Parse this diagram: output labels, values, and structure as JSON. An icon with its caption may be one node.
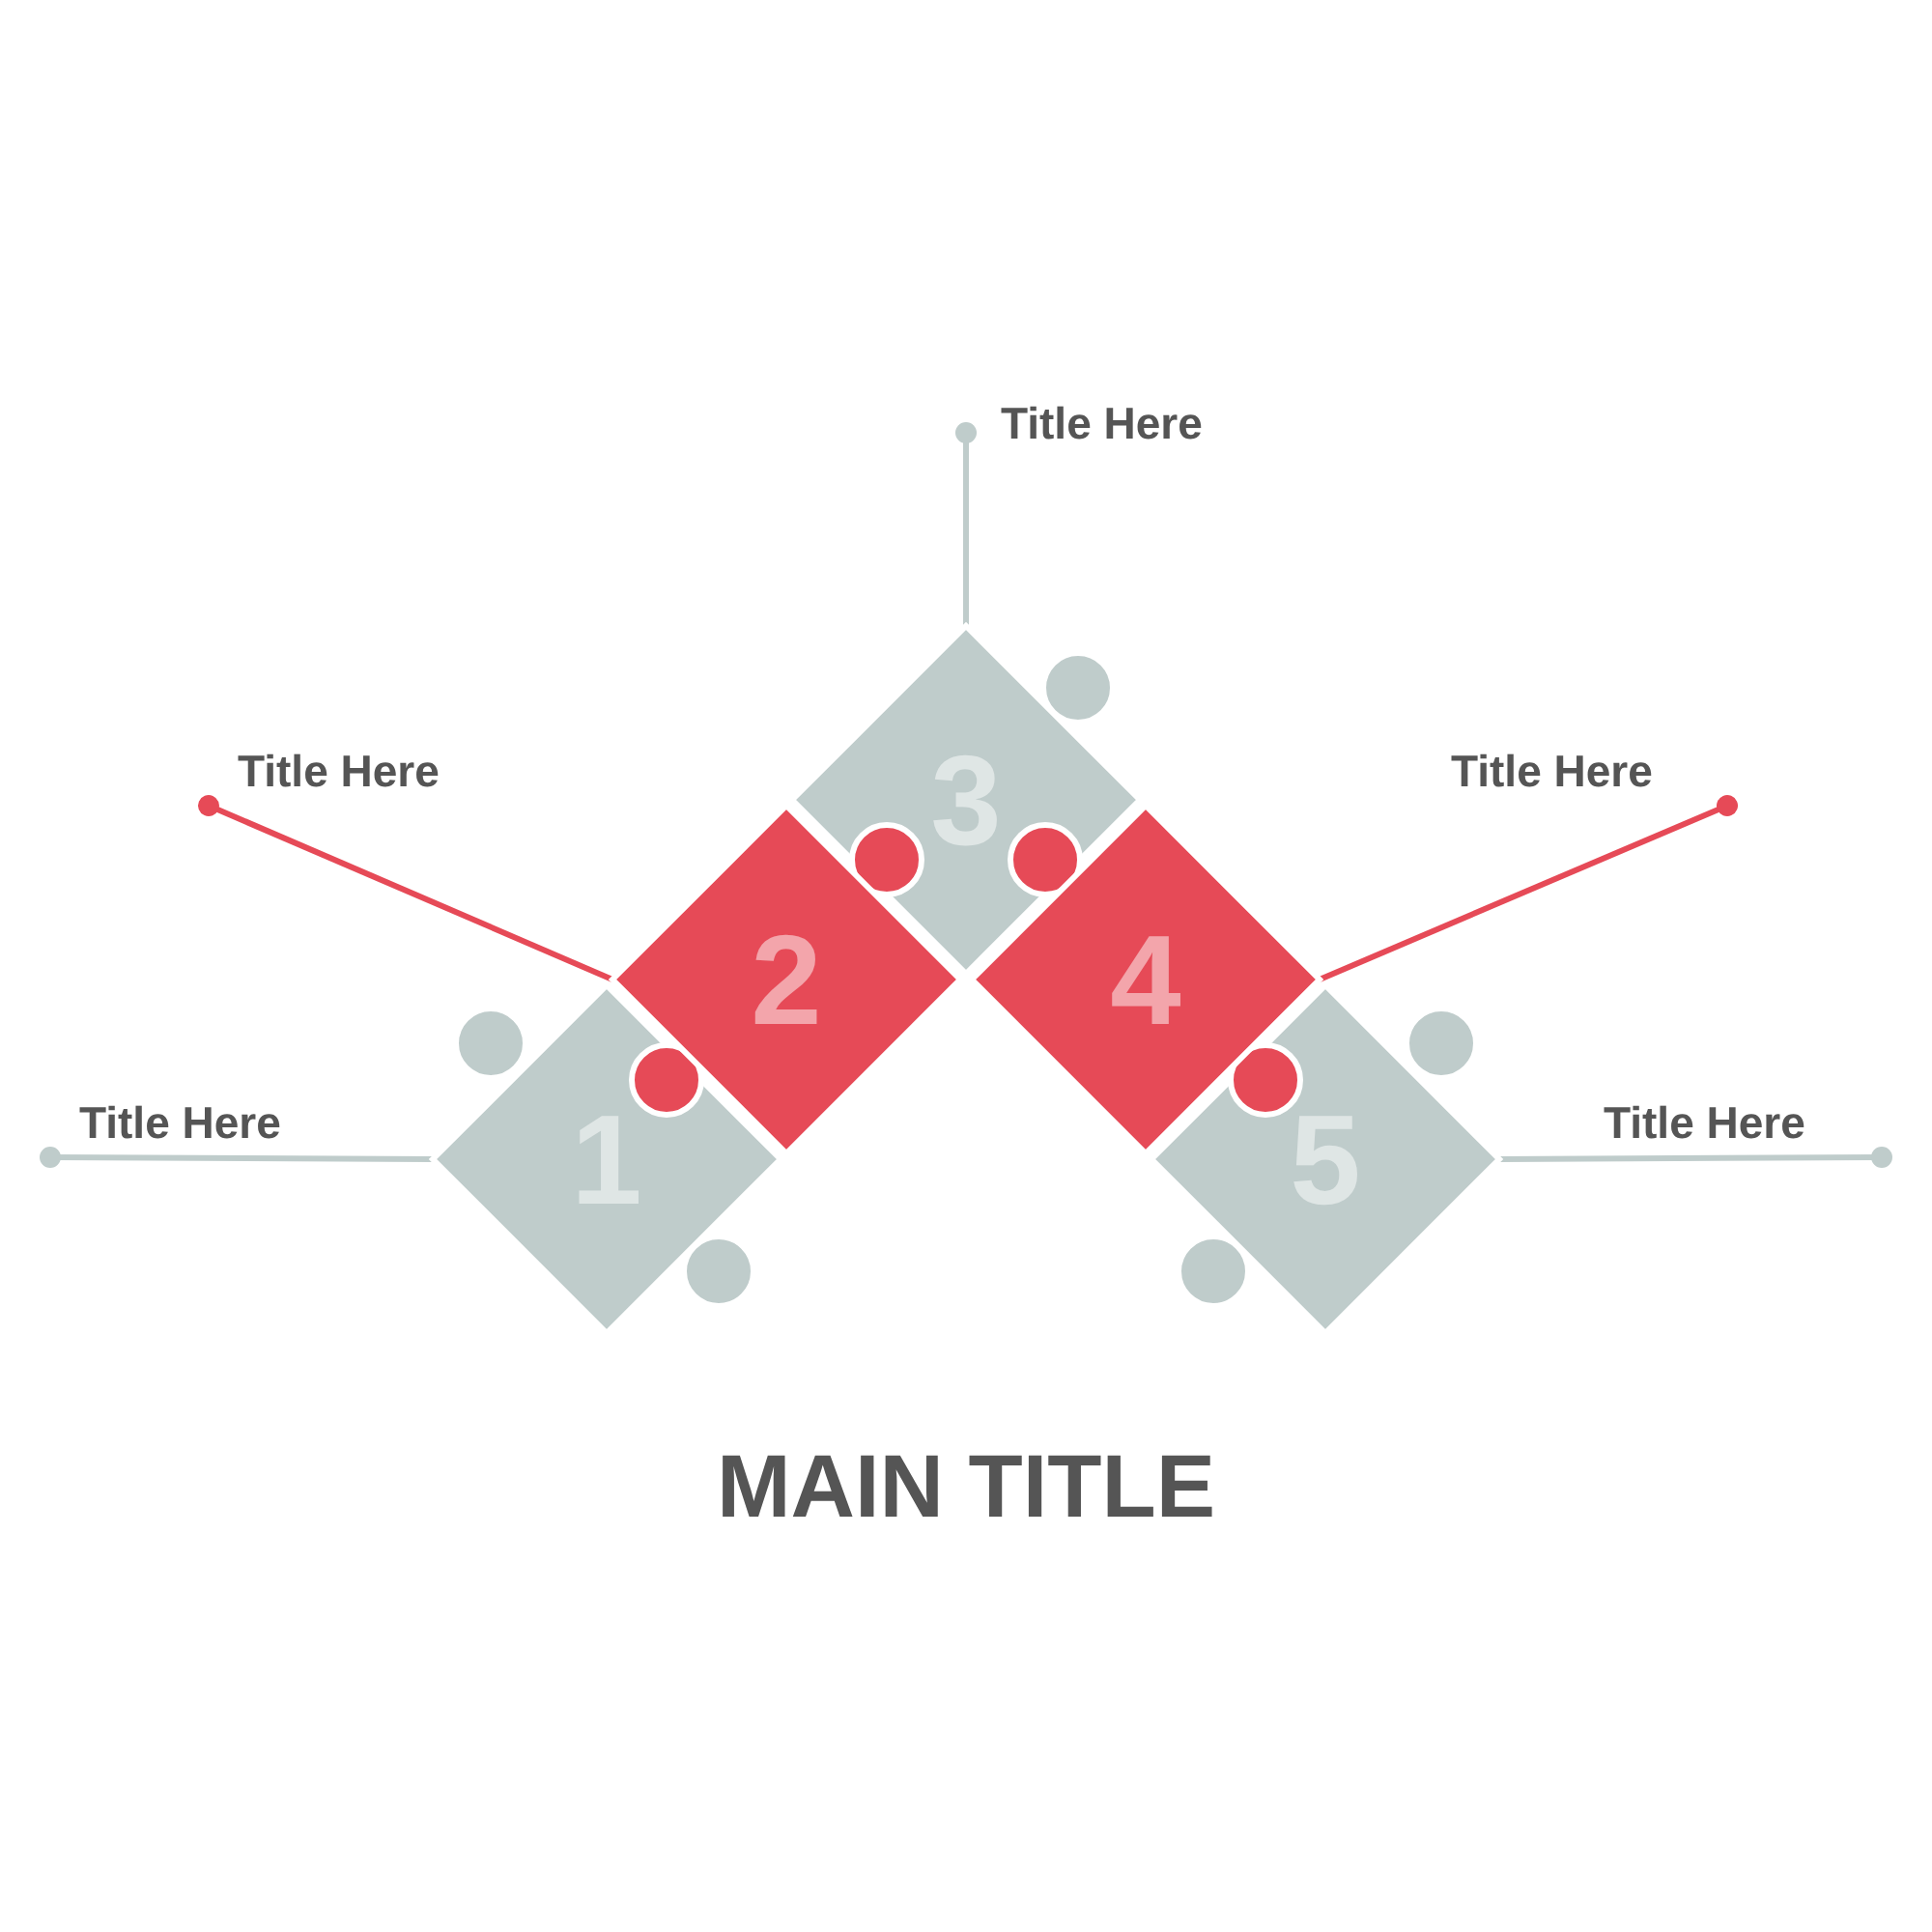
{
  "diagram": {
    "title": "MAIN TITLE",
    "nodes": [
      {
        "text": [
          "1"
        ]
      },
      {
        "text": [
          "2"
        ]
      },
      {
        "text": [
          "3"
        ]
      },
      {
        "text": [
          "4"
        ]
      },
      {
        "text": [
          "5"
        ]
      },
      {
        "text": [
          "Title Here"
        ]
      },
      {
        "text": [
          "Title Here"
        ]
      },
      {
        "text": [
          "Title Here"
        ]
      },
      {
        "text": [
          "Title Here"
        ]
      },
      {
        "text": [
          "Title Here"
        ]
      }
    ],
    "edges": [
      {
        "from": 5,
        "to": 2,
        "arrow": "other"
      },
      {
        "from": 6,
        "to": 1,
        "arrow": "other",
        "color": "#e64a57"
      },
      {
        "from": 7,
        "to": 3,
        "arrow": "other",
        "color": "#e64a57"
      },
      {
        "from": 8,
        "to": 0,
        "arrow": "other"
      },
      {
        "from": 9,
        "to": 4,
        "arrow": "other"
      }
    ]
  }
}
